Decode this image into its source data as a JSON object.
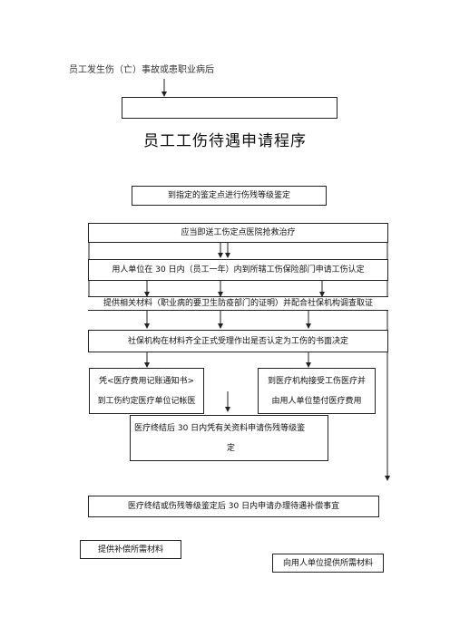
{
  "trigger_text": "员工发生伤（亡）事故或患职业病后",
  "title": "员工工伤待遇申请程序",
  "steps": {
    "disability_assess": "到指定的鉴定点进行伤残等级鉴定",
    "treatment": "应当即送工伤定点医院抢救治疗",
    "employer_apply": "用人单位在 30 日内（员工一年）内到所辖工伤保险部门申请工伤认定",
    "provide_materials": "提供相关材料（职业病的要卫生防疫部门的证明）并配合社保机构调查取证",
    "decision": "社保机构在材料齐全正式受理作出是否认定为工伤的书面决定",
    "medical_notice_line1": "凭<医疗费用记账通知书>",
    "medical_notice_line2": "到工伤约定医疗单位记帐医",
    "other_hospital_line1": "到医疗机构接受工伤医疗并",
    "other_hospital_line2": "由用人单位垫付医疗费用",
    "apply_assess_line1": "医疗终结后 30 日内凭有关资料申请伤残等级鉴",
    "apply_assess_line2": "定",
    "compensation": "医疗终结或伤残等级鉴定后 30 日内申请办理待遇补偿事宜",
    "provide_comp_materials": "提供补偿所需材料",
    "employer_materials": "向用人单位提供所需材料"
  }
}
